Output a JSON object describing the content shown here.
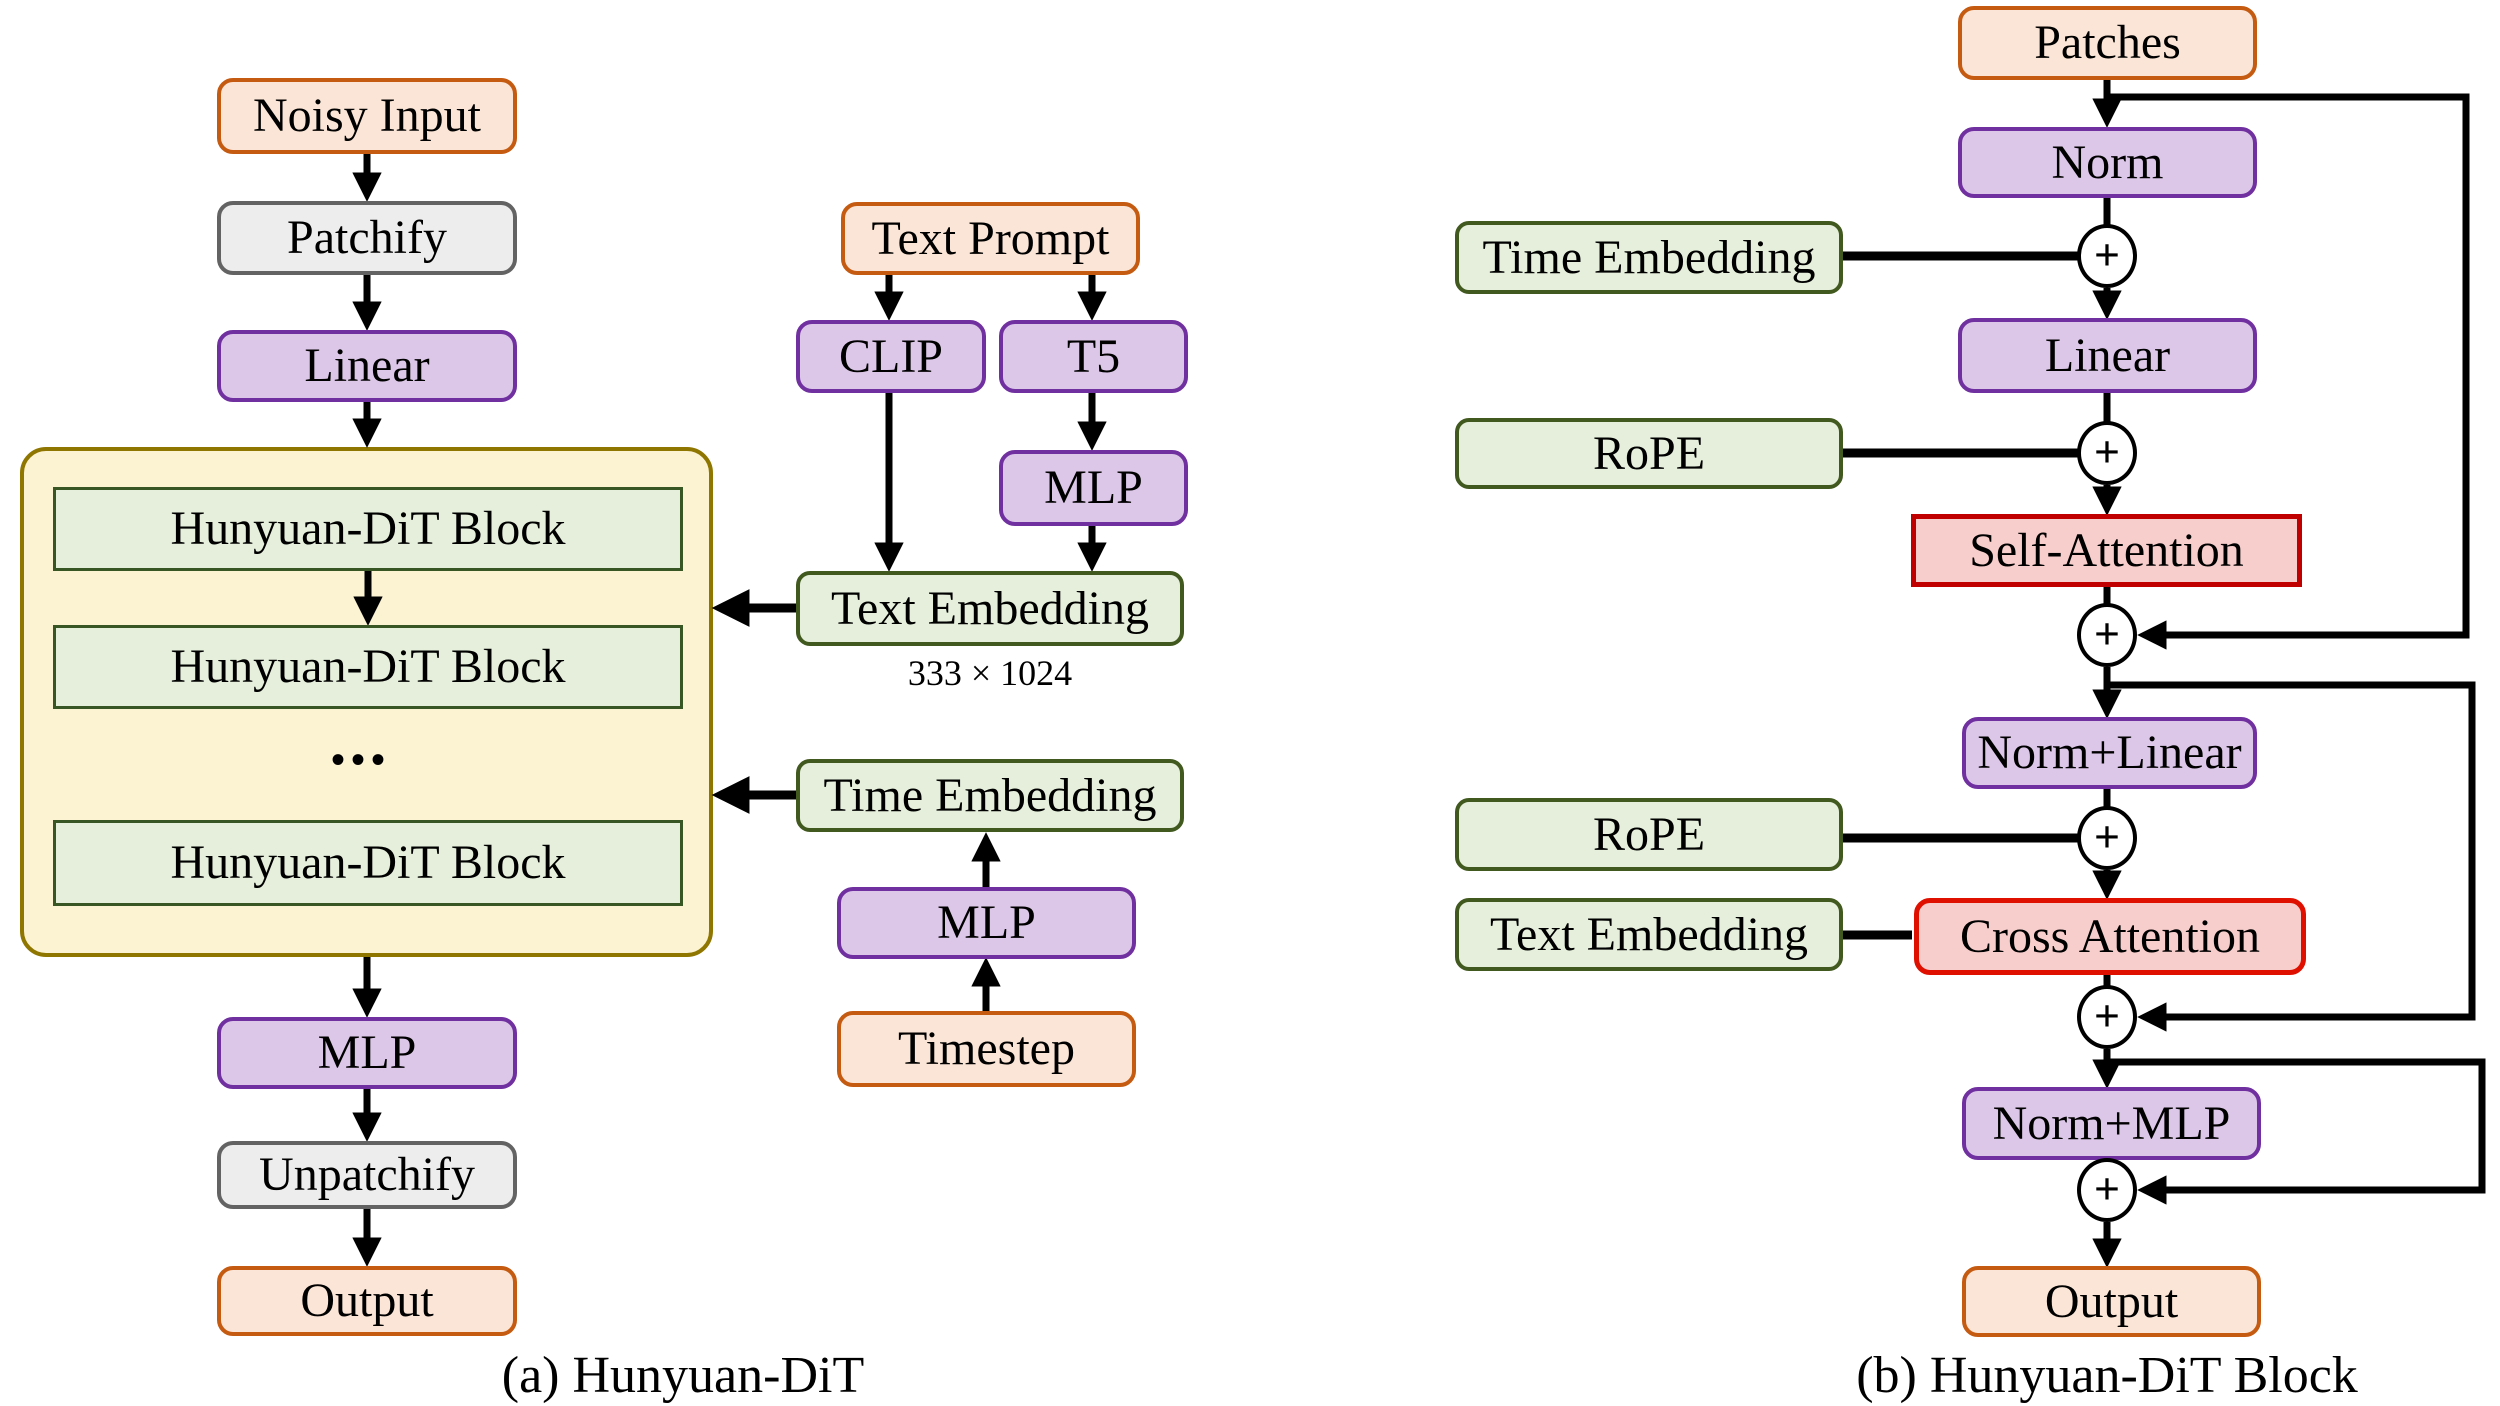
{
  "figure": {
    "caption_a": "(a) Hunyuan-DiT",
    "caption_b": "(b) Hunyuan-DiT Block"
  },
  "colors": {
    "orange-fill": "#fbe5d6",
    "orange-border": "#c55a11",
    "purple-fill": "#dcc7e8",
    "purple-border": "#7030a0",
    "gray-fill": "#ededed",
    "gray-border": "#636363",
    "green-fill": "#e5efdb",
    "green-border": "#41591f",
    "green-block-border": "#375623",
    "yellow-fill": "#fcf3d3",
    "yellow-border": "#8f7600",
    "red-fill": "#f8cecc",
    "red-border-self": "#c00000",
    "red-border-cross": "#e01000",
    "line": "#000000"
  },
  "panel_a": {
    "noisy_input": "Noisy Input",
    "patchify": "Patchify",
    "linear": "Linear",
    "dit_blocks": [
      "Hunyuan-DiT Block",
      "Hunyuan-DiT Block",
      "Hunyuan-DiT Block"
    ],
    "ellipsis": "•••",
    "mlp": "MLP",
    "unpatchify": "Unpatchify",
    "output": "Output",
    "text_prompt": "Text Prompt",
    "clip": "CLIP",
    "t5": "T5",
    "mlp_t5": "MLP",
    "text_embedding": "Text Embedding",
    "text_embedding_dim": "333 × 1024",
    "time_embedding": "Time Embedding",
    "mlp_time": "MLP",
    "timestep": "Timestep"
  },
  "panel_b": {
    "patches": "Patches",
    "norm": "Norm",
    "time_embedding": "Time Embedding",
    "linear": "Linear",
    "rope_1": "RoPE",
    "self_attention": "Self-Attention",
    "norm_linear": "Norm+Linear",
    "rope_2": "RoPE",
    "text_embedding": "Text Embedding",
    "cross_attention": "Cross Attention",
    "norm_mlp": "Norm+MLP",
    "plus": "+",
    "output": "Output"
  }
}
